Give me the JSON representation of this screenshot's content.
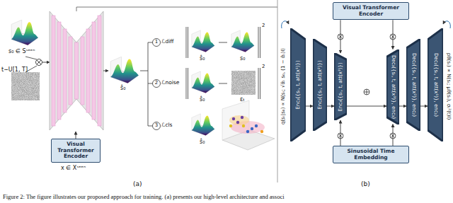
{
  "diagram": {
    "caption": "Figure 2: The figure illustrates our proposed approach for training. (a) presents our high-level architecture and associ",
    "nodes": [
      {
        "text": [
          "Visual Transformer Encoder"
        ]
      },
      {
        "text": [
          "Visual Transformer Encoder"
        ]
      },
      {
        "text": [
          "Enc₁({sₜ, t, att(x¹)})"
        ]
      },
      {
        "text": [
          "Enc₂({sₜ, t, att(x²)})"
        ]
      },
      {
        "text": [
          "Enc₃({sₜ, t, att(x³)})"
        ]
      },
      {
        "text": [
          "Dec₃({sₜ, t, att(x³)}, enc₃)"
        ]
      },
      {
        "text": [
          "Dec₂({sₜ, t, att(x²)}, enc₂)"
        ]
      },
      {
        "text": [
          "Dec₁({sₜ, t, att(x¹)}, enc₁)"
        ]
      },
      {
        "text": [
          "Sinusoidal Time Embedding"
        ]
      }
    ],
    "edges": [
      {
        "from": 2,
        "to": 3,
        "arrow": "to"
      },
      {
        "from": 3,
        "to": 4,
        "arrow": "to"
      },
      {
        "from": 4,
        "to": 5,
        "arrow": "to"
      },
      {
        "from": 5,
        "to": 6,
        "arrow": "to"
      },
      {
        "from": 6,
        "to": 7,
        "arrow": "to"
      },
      {
        "from": 1,
        "to": 4,
        "arrow": "to"
      },
      {
        "from": 1,
        "to": 5,
        "arrow": "to"
      },
      {
        "from": 8,
        "to": 4,
        "arrow": "to"
      },
      {
        "from": 8,
        "to": 5,
        "arrow": "to"
      }
    ],
    "labels": [
      "s₀ ∈ Sˢᵉᵉⁿ",
      "t∼U[1, T]",
      "x ∈ Xˢᵉᵉⁿ",
      "ŝ₀",
      "1",
      "ℒdiff",
      "ŝ₀",
      "s₀",
      "2",
      "2",
      "ℒnoise",
      "ŝ₀",
      "εₜ",
      "2",
      "3",
      "ℒcls",
      "ŝ₀",
      "(a)",
      "q(sₜ|s₀) ∝ N(sₜ; √ᾱₜ s₀, (1 − ᾱₜ)I)",
      "pθ(sₜ) ∝ N(sₜ; μθ(sₜ), σₜ²(t)I)",
      "(b)"
    ]
  }
}
